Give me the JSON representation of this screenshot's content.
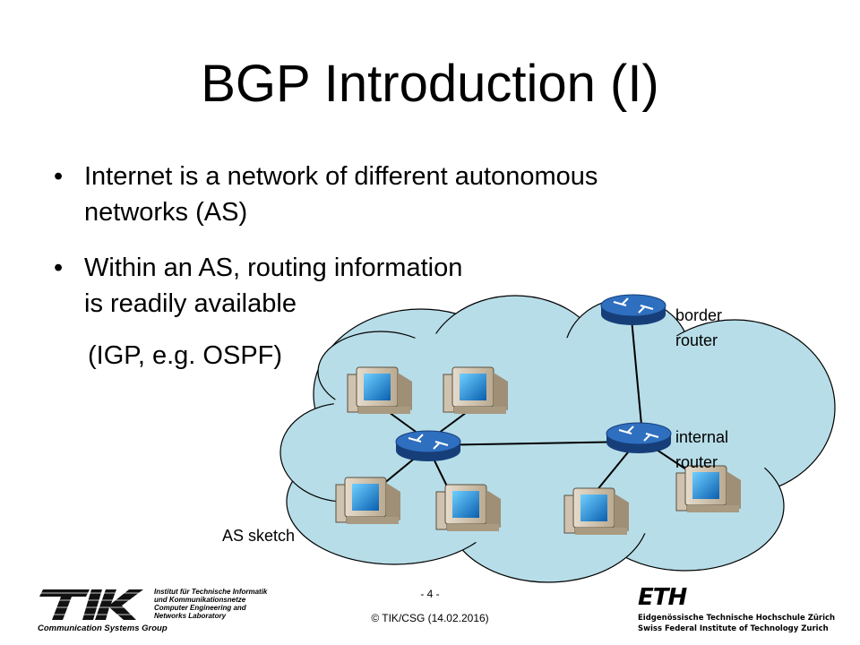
{
  "slide": {
    "title": "BGP Introduction (I)",
    "bullets": [
      {
        "marker": "•",
        "lines": [
          "Internet is a network of different autonomous",
          "networks (AS)"
        ]
      },
      {
        "marker": "•",
        "lines": [
          "Within an AS, routing information",
          "is readily available"
        ]
      }
    ],
    "sub_line": "(IGP, e.g. OSPF)"
  },
  "diagram": {
    "labels": {
      "border": [
        "border",
        "router"
      ],
      "internal": [
        "internal",
        "router"
      ],
      "as_sketch": "AS sketch"
    },
    "colors": {
      "cloud_fill": "#b7dde8",
      "router_fill": "#1f5fb0",
      "link": "#000000"
    }
  },
  "footer": {
    "page": "- 4 -",
    "copyright": "© TIK/CSG  (14.02.2016)",
    "tik_lines": [
      "Institut für Technische Informatik",
      "und Kommunikationsnetze",
      "Computer Engineering and",
      "Networks Laboratory"
    ],
    "tik_group": "Communication Systems Group",
    "eth_mark": "ETH",
    "eth_lines": [
      "Eidgenössische Technische Hochschule Zürich",
      "Swiss Federal Institute of Technology Zurich"
    ]
  }
}
